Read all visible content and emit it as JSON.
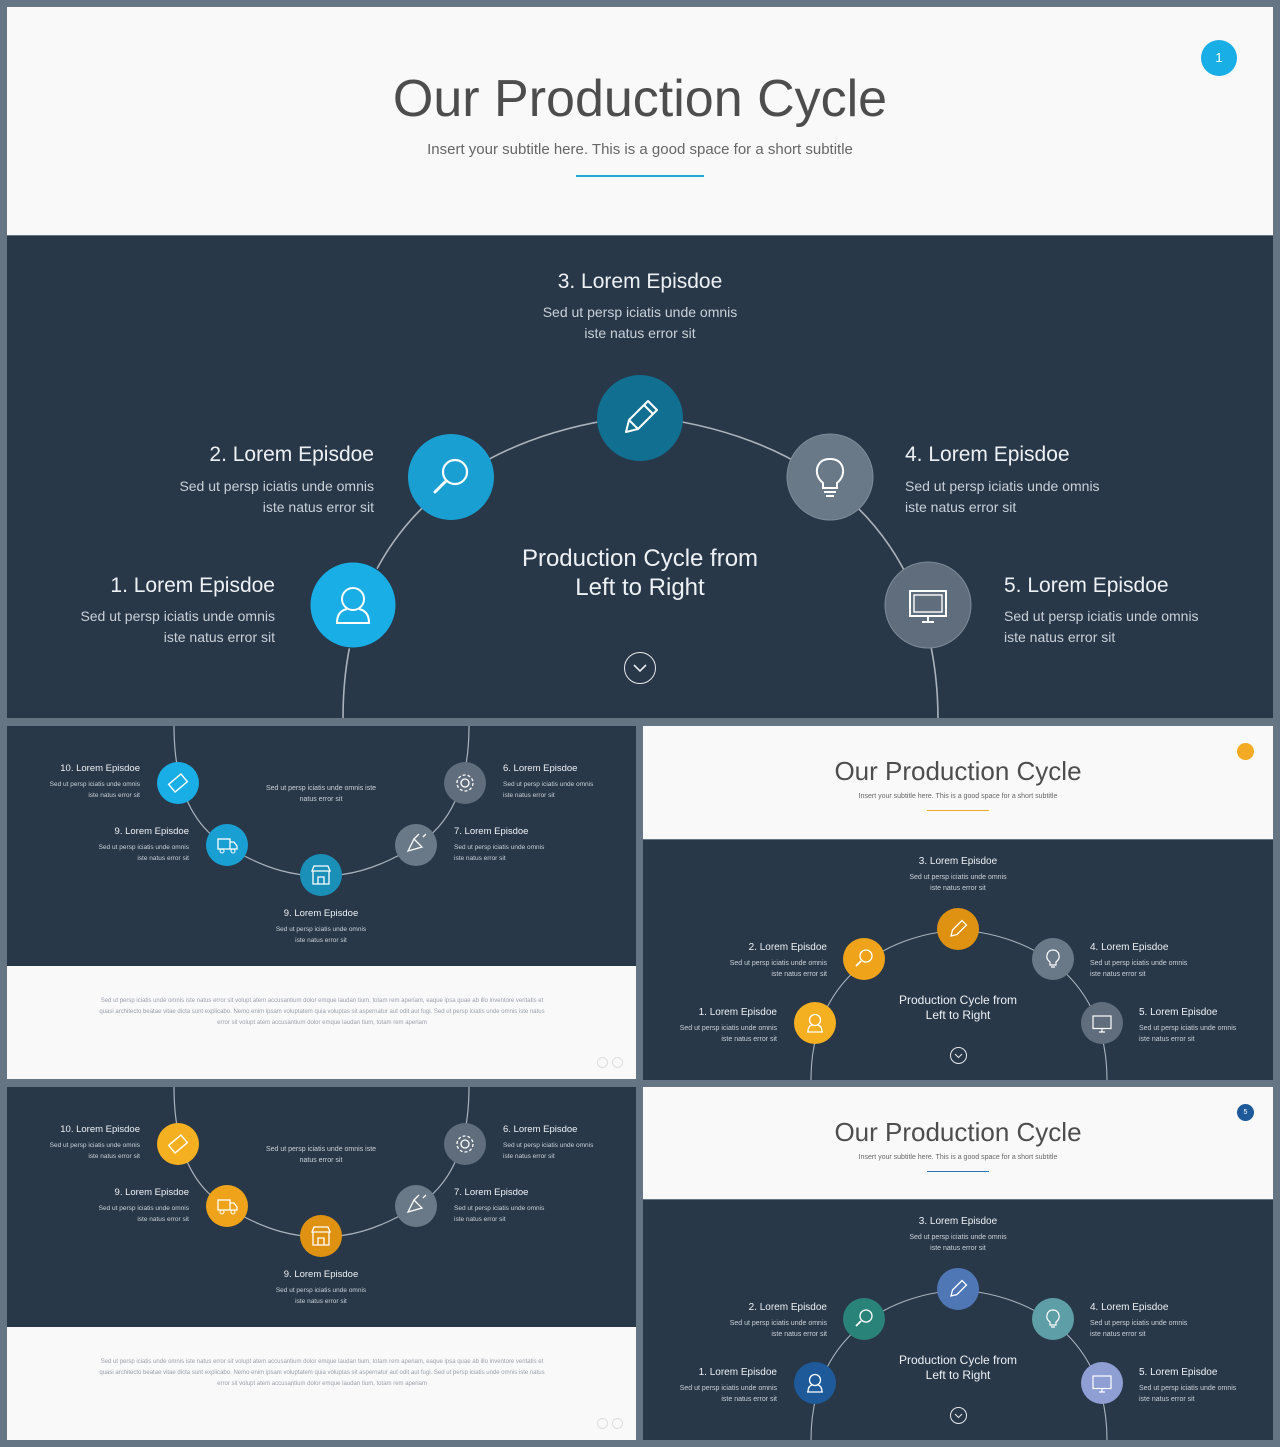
{
  "hero": {
    "title": "Our Production Cycle",
    "subtitle": "Insert your subtitle here. This is a good space for a short subtitle",
    "page_badge": "1",
    "center_text": "Production Cycle from\nLeft to Right",
    "steps": [
      {
        "label": "1. Lorem Episdoe",
        "desc": "Sed ut persp iciatis unde omnis\niste natus error  sit",
        "icon": "user-icon"
      },
      {
        "label": "2. Lorem Episdoe",
        "desc": "Sed ut persp iciatis unde omnis\niste natus error  sit",
        "icon": "search-icon"
      },
      {
        "label": "3. Lorem Episdoe",
        "desc": "Sed ut persp iciatis unde omnis\niste natus error  sit",
        "icon": "pencil-icon"
      },
      {
        "label": "4. Lorem Episdoe",
        "desc": "Sed ut persp iciatis unde omnis\niste natus error  sit",
        "icon": "lightbulb-icon"
      },
      {
        "label": "5. Lorem Episdoe",
        "desc": "Sed ut persp iciatis unde omnis\niste natus error  sit",
        "icon": "monitor-icon"
      }
    ]
  },
  "thumb_lower": {
    "center_desc": "Sed ut persp iciatis unde omnis iste\nnatus error sit",
    "steps": [
      {
        "label": "10. Lorem Episdoe",
        "desc": "Sed ut persp iciatis unde omnis\niste natus error  sit",
        "icon": "ticket-icon"
      },
      {
        "label": "9. Lorem Episdoe",
        "desc": "Sed ut persp iciatis unde omnis\niste natus error  sit",
        "icon": "truck-icon"
      },
      {
        "label": "9. Lorem Episdoe",
        "desc": "Sed ut persp iciatis unde omnis\niste natus error  sit",
        "icon": "store-icon"
      },
      {
        "label": "7. Lorem Episdoe",
        "desc": "Sed ut persp iciatis unde omnis\niste natus error  sit",
        "icon": "bell-icon"
      },
      {
        "label": "6. Lorem Episdoe",
        "desc": "Sed ut persp iciatis unde omnis\niste natus error  sit",
        "icon": "gear-icon"
      }
    ],
    "paragraph": "Sed ut persp iciatis unde omnis iste natus error sit volupt atem accusantium dolor emque laudan tium, totam rem aperiam, eaque ipsa quae ab illo inventore veritatis et\nquasi architecto beatae vitae dicta sunt explicabo. Nemo enim ipsam voluptatem quia voluptas sit aspernatur aut odit aut fugi. Sed ut persp iciatis unde omnis iste natus\nerror sit volupt atem accusantium dolor emque laudan tium, totam rem aperiam"
  },
  "thumb_upper": {
    "title": "Our Production Cycle",
    "subtitle": "Insert your subtitle here. This is a good space for a short subtitle",
    "center_text": "Production Cycle from\nLeft to Right",
    "steps": [
      {
        "label": "1. Lorem Episdoe",
        "desc": "Sed ut persp iciatis unde omnis\niste natus error  sit"
      },
      {
        "label": "2. Lorem Episdoe",
        "desc": "Sed ut persp iciatis unde omnis\niste natus error  sit"
      },
      {
        "label": "3. Lorem Episdoe",
        "desc": "Sed ut persp iciatis unde omnis\niste natus error  sit"
      },
      {
        "label": "4. Lorem Episdoe",
        "desc": "Sed ut persp iciatis unde omnis\niste natus error  sit"
      },
      {
        "label": "5. Lorem Episdoe",
        "desc": "Sed ut persp iciatis unde omnis\niste natus error  sit"
      }
    ]
  },
  "variants": {
    "blue": {
      "badge": "1",
      "colors": [
        "#1aaee6",
        "#1a9fd2",
        "#116f91",
        "#6a7988",
        "#5f6d7c"
      ],
      "accent": "#1fa8d3"
    },
    "orange": {
      "badge": "",
      "colors": [
        "#f5b021",
        "#eea31b",
        "#df9212",
        "#6a7988",
        "#5f6d7c"
      ],
      "accent": "#f3aa24"
    },
    "multi": {
      "badge": "5",
      "colors": [
        "#1e5a9a",
        "#2a8378",
        "#4f77b5",
        "#5e9ea6",
        "#8f9ed3"
      ],
      "accent": "#2d73b8"
    },
    "lower_blue": [
      "#1aaee6",
      "#1a9fd2",
      "#1a8fb8",
      "#6a7988",
      "#5f6d7c"
    ],
    "lower_orange": [
      "#f5b021",
      "#eea31b",
      "#df9212",
      "#6a7988",
      "#5f6d7c"
    ]
  }
}
